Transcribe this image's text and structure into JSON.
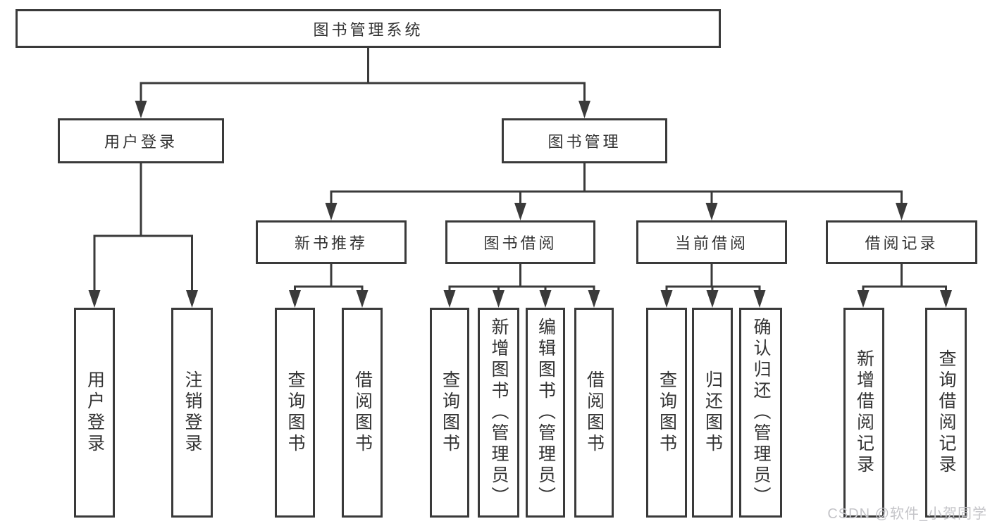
{
  "diagram": {
    "type": "hierarchy-tree",
    "colors": {
      "line": "#3a3a3a",
      "box_border": "#3a3a3a",
      "box_fill": "#ffffff",
      "text": "#333333",
      "background": "#ffffff",
      "watermark_text": "#c4c4c8"
    },
    "nodes": {
      "root": {
        "label": "图书管理系统"
      },
      "level2": [
        {
          "label": "用户登录",
          "parent": "图书管理系统"
        },
        {
          "label": "图书管理",
          "parent": "图书管理系统"
        }
      ],
      "level3": [
        {
          "label": "新书推荐",
          "parent": "图书管理"
        },
        {
          "label": "图书借阅",
          "parent": "图书管理"
        },
        {
          "label": "当前借阅",
          "parent": "图书管理"
        },
        {
          "label": "借阅记录",
          "parent": "图书管理"
        }
      ],
      "leaves": [
        {
          "label": "用户登录",
          "parent": "用户登录"
        },
        {
          "label": "注销登录",
          "parent": "用户登录"
        },
        {
          "label": "查询图书",
          "parent": "新书推荐"
        },
        {
          "label": "借阅图书",
          "parent": "新书推荐"
        },
        {
          "label": "查询图书",
          "parent": "图书借阅"
        },
        {
          "label": "新增图书（管理员）",
          "parent": "图书借阅"
        },
        {
          "label": "编辑图书（管理员）",
          "parent": "图书借阅"
        },
        {
          "label": "借阅图书",
          "parent": "图书借阅"
        },
        {
          "label": "查询图书",
          "parent": "当前借阅"
        },
        {
          "label": "归还图书",
          "parent": "当前借阅"
        },
        {
          "label": "确认归还（管理员）",
          "parent": "当前借阅"
        },
        {
          "label": "新增借阅记录",
          "parent": "借阅记录"
        },
        {
          "label": "查询借阅记录",
          "parent": "借阅记录"
        }
      ]
    },
    "watermark": "CSDN @软件_小贺同学"
  }
}
